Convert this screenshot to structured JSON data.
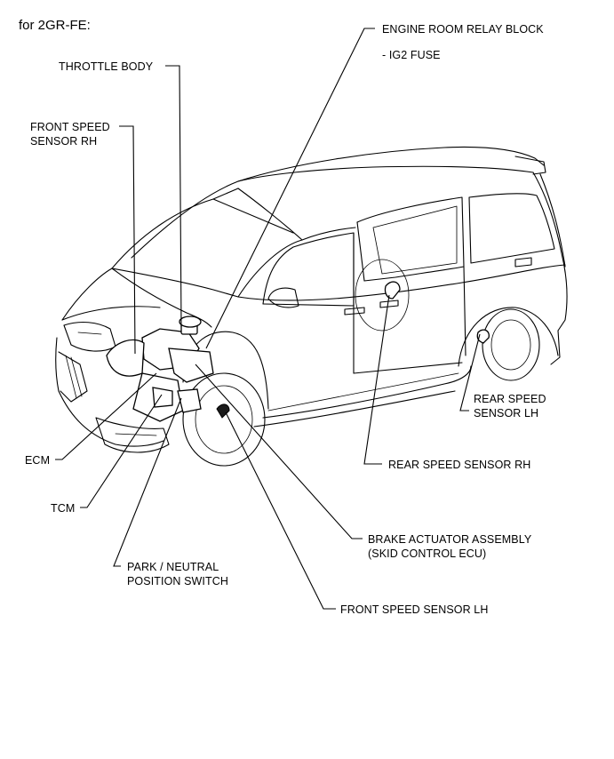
{
  "header": {
    "text": "for 2GR-FE:"
  },
  "labels": {
    "engine_room_relay_block": "ENGINE ROOM RELAY BLOCK",
    "ig2_fuse": "- IG2 FUSE",
    "throttle_body": "THROTTLE BODY",
    "front_speed_sensor_rh_1": "FRONT SPEED",
    "front_speed_sensor_rh_2": "SENSOR RH",
    "rear_speed_sensor_lh_1": "REAR SPEED",
    "rear_speed_sensor_lh_2": "SENSOR LH",
    "ecm": "ECM",
    "rear_speed_sensor_rh": "REAR SPEED SENSOR RH",
    "tcm": "TCM",
    "brake_actuator_1": "BRAKE ACTUATOR ASSEMBLY",
    "brake_actuator_2": "(SKID CONTROL ECU)",
    "park_neutral_1": "PARK / NEUTRAL",
    "park_neutral_2": "POSITION SWITCH",
    "front_speed_sensor_lh": "FRONT SPEED SENSOR LH"
  }
}
